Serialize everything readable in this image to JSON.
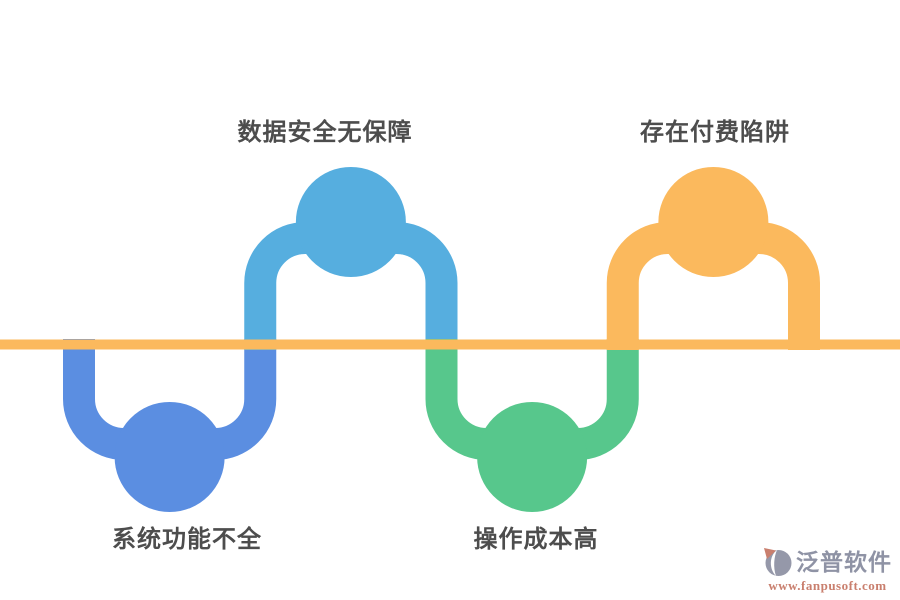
{
  "diagram": {
    "axis_color": "#FBB95D",
    "label_color": "#4D4D4D",
    "items": [
      {
        "label": "系统功能不全",
        "side": "bottom",
        "color": "#5B8EE1"
      },
      {
        "label": "数据安全无保障",
        "side": "top",
        "color": "#56AEDF"
      },
      {
        "label": "操作成本高",
        "side": "bottom",
        "color": "#57C78C"
      },
      {
        "label": "存在付费陷阱",
        "side": "top",
        "color": "#FBB95D"
      }
    ]
  },
  "watermark": {
    "brand": "泛普软件",
    "url": "www.fanpusoft.com",
    "brand_color": "#8F93A5",
    "url_color": "#C97F6E",
    "icon_disc_color": "#9598A9",
    "icon_accent_color": "#C97F6E"
  }
}
